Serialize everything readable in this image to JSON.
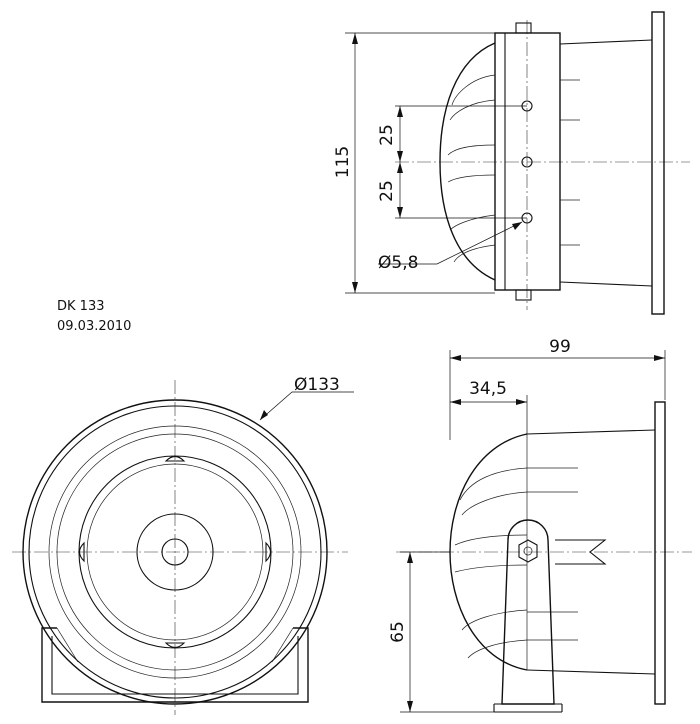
{
  "title_block": {
    "model": "DK 133",
    "date": "09.03.2010"
  },
  "dimensions": {
    "height_total": "115",
    "hole_spacing_upper": "25",
    "hole_spacing_lower": "25",
    "hole_diameter": "Ø5,8",
    "outer_diameter": "Ø133",
    "depth_total": "99",
    "depth_front": "34,5",
    "mount_height": "65"
  }
}
